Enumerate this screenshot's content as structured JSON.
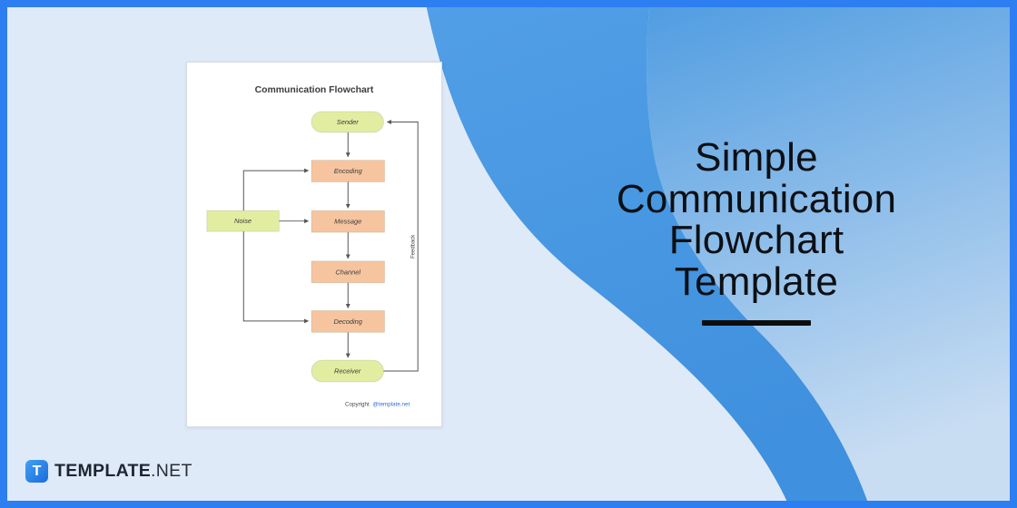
{
  "theme": {
    "frame_border": "#2d7ef0",
    "canvas_bg": "#dfeaf8",
    "wave_swoosh_top": "#529fe6",
    "wave_swoosh_bottom": "#3f90de",
    "wave_panel_top": "#4f9ce1",
    "wave_panel_bottom": "#c9ddf2",
    "node_green": "#e3eda2",
    "node_peach": "#f6c5a0",
    "connector": "#555555",
    "link_blue": "#2f6fd0"
  },
  "hero": {
    "title_lines": [
      "Simple",
      "Communication",
      "Flowchart",
      "Template"
    ]
  },
  "document": {
    "title": "Communication Flowchart",
    "nodes": {
      "sender": {
        "label": "Sender"
      },
      "encoding": {
        "label": "Encoding"
      },
      "message": {
        "label": "Message"
      },
      "channel": {
        "label": "Channel"
      },
      "decoding": {
        "label": "Decoding"
      },
      "receiver": {
        "label": "Receiver"
      },
      "noise": {
        "label": "Noise"
      }
    },
    "feedback_label": "Feedback",
    "copyright": {
      "prefix": "Copyright",
      "link": "@template.net"
    }
  },
  "brand": {
    "icon_letter": "T",
    "name_bold": "TEMPLATE",
    "name_suffix": ".NET"
  }
}
